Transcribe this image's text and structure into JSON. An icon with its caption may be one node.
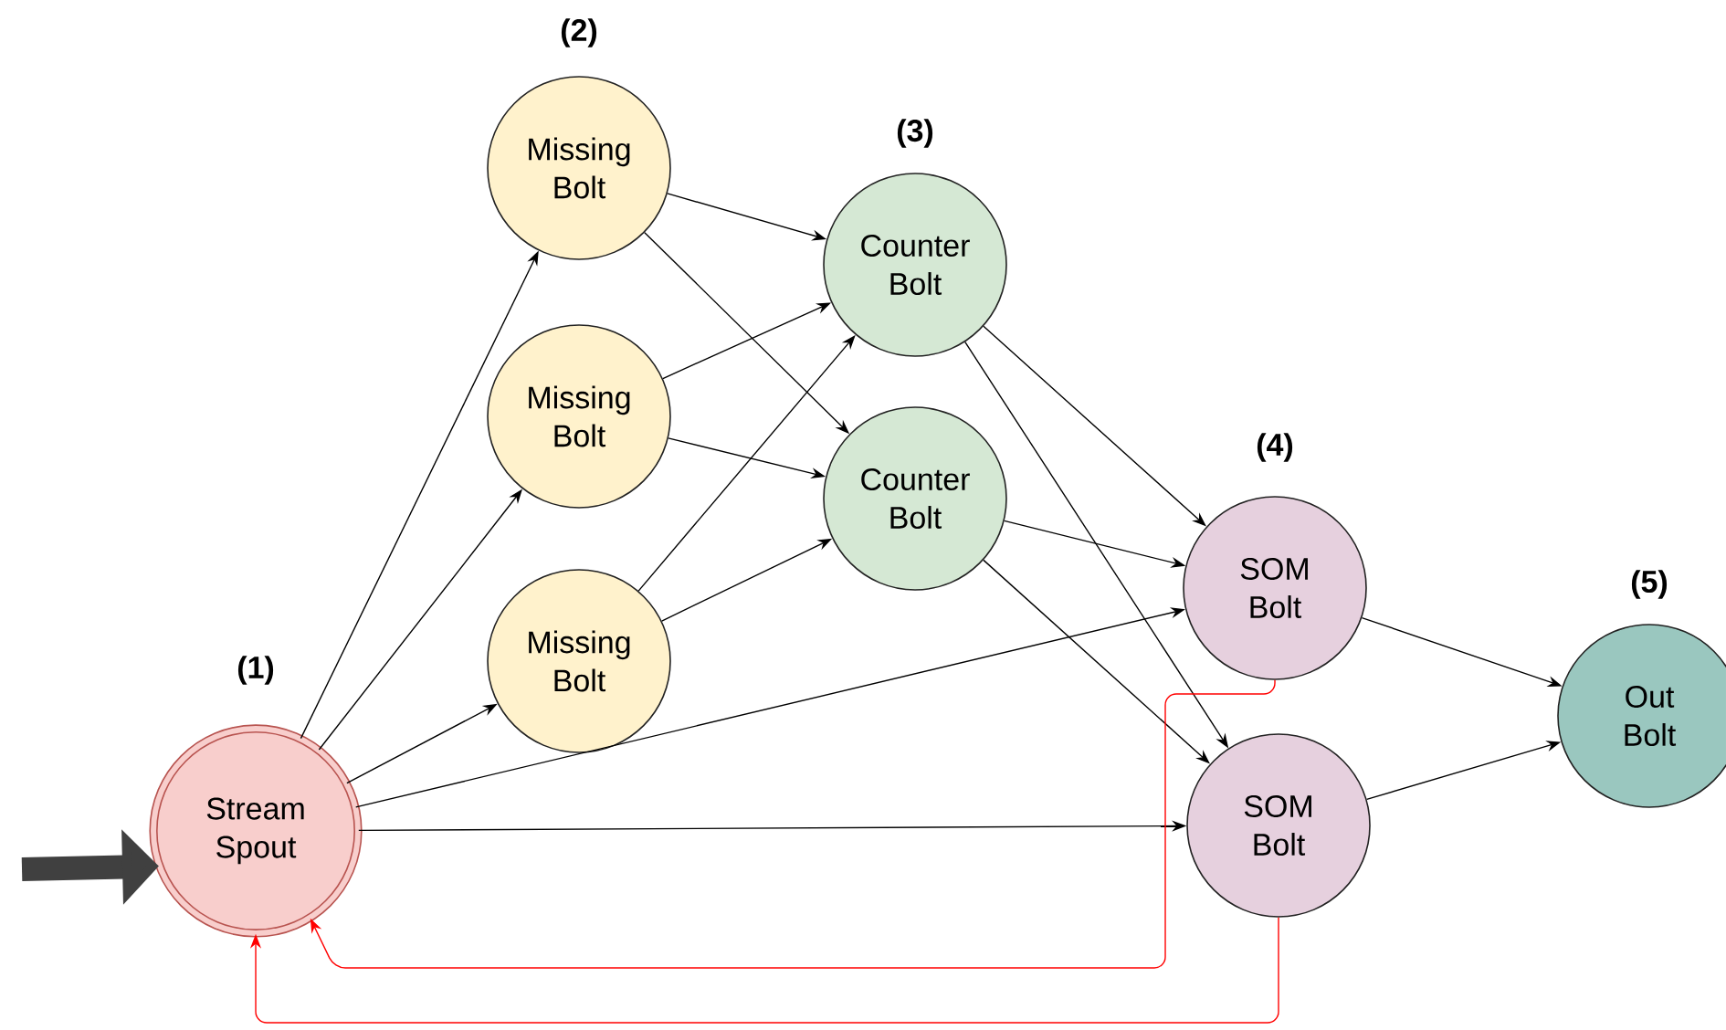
{
  "diagram": {
    "nodes": [
      {
        "text": [
          "Stream Spout"
        ],
        "beside": [
          "(1)"
        ]
      },
      {
        "text": [
          "Missing Bolt"
        ],
        "beside": [
          "(2)"
        ]
      },
      {
        "text": [
          "Missing Bolt"
        ]
      },
      {
        "text": [
          "Missing Bolt"
        ]
      },
      {
        "text": [
          "Counter Bolt"
        ],
        "beside": [
          "(3)"
        ]
      },
      {
        "text": [
          "Counter Bolt"
        ]
      },
      {
        "text": [
          "SOM Bolt"
        ],
        "beside": [
          "(4)"
        ]
      },
      {
        "text": [
          "SOM Bolt"
        ]
      },
      {
        "text": [
          "Out Bolt"
        ],
        "beside": [
          "(5)"
        ]
      }
    ],
    "edges": [
      {
        "from": null,
        "to": 0,
        "arrow": "to",
        "style": "thick",
        "color": "#404040"
      },
      {
        "from": 0,
        "to": 1,
        "arrow": "to"
      },
      {
        "from": 0,
        "to": 2,
        "arrow": "to"
      },
      {
        "from": 0,
        "to": 3,
        "arrow": "to"
      },
      {
        "from": 0,
        "to": 6,
        "arrow": "to"
      },
      {
        "from": 0,
        "to": 7,
        "arrow": "to"
      },
      {
        "from": 1,
        "to": 4,
        "arrow": "to"
      },
      {
        "from": 1,
        "to": 5,
        "arrow": "to"
      },
      {
        "from": 2,
        "to": 4,
        "arrow": "to"
      },
      {
        "from": 2,
        "to": 5,
        "arrow": "to"
      },
      {
        "from": 3,
        "to": 4,
        "arrow": "to"
      },
      {
        "from": 3,
        "to": 5,
        "arrow": "to"
      },
      {
        "from": 4,
        "to": 6,
        "arrow": "to"
      },
      {
        "from": 4,
        "to": 7,
        "arrow": "to"
      },
      {
        "from": 5,
        "to": 6,
        "arrow": "to"
      },
      {
        "from": 5,
        "to": 7,
        "arrow": "to"
      },
      {
        "from": 6,
        "to": 8,
        "arrow": "to"
      },
      {
        "from": 7,
        "to": 8,
        "arrow": "to"
      },
      {
        "from": 6,
        "to": 0,
        "arrow": "to",
        "color": "#ff0000"
      },
      {
        "from": 7,
        "to": 0,
        "arrow": "to",
        "color": "#ff0000"
      }
    ]
  }
}
